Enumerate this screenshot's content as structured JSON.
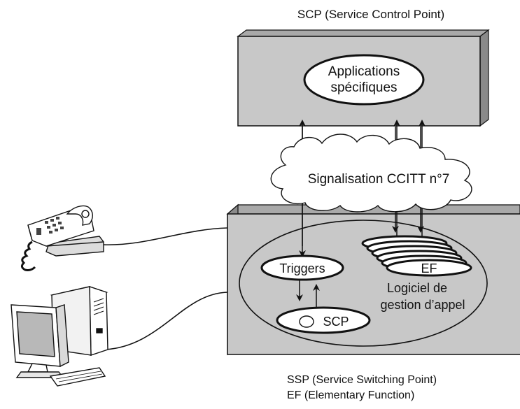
{
  "scp": {
    "title": "SCP (Service Control Point)",
    "applications_line1": "Applications",
    "applications_line2": "spécifiques"
  },
  "network": {
    "label": "Signalisation CCITT n°7"
  },
  "ssp": {
    "triggers": "Triggers",
    "inner_scp": "SCP",
    "ef": "EF",
    "logiciel_line1": "Logiciel de",
    "logiciel_line2": "gestion d’appel"
  },
  "legend": {
    "line1": "SSP (Service Switching Point)",
    "line2": "EF (Elementary Function)"
  },
  "colors": {
    "box_face": "#c8c8c8",
    "box_side": "#8a8a8a",
    "box_top": "#a9a9a9",
    "stroke": "#111111"
  },
  "icons": [
    "telephone-icon",
    "computer-icon"
  ]
}
